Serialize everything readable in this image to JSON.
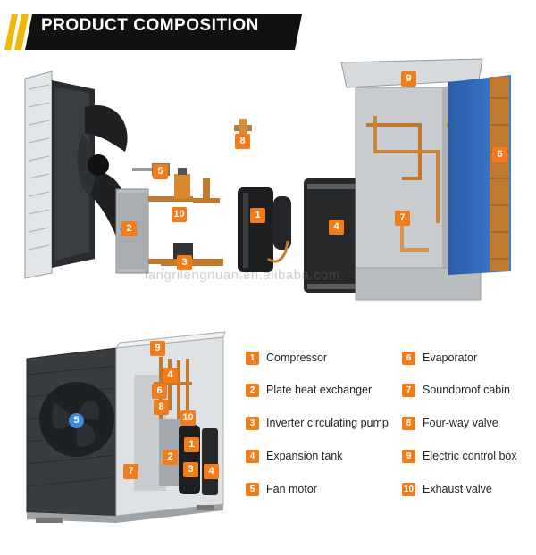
{
  "banner": {
    "title": "PRODUCT COMPOSITION"
  },
  "watermark": "langrilengnuan.en.alibaba.com",
  "badges_exploded": [
    "9",
    "8",
    "5",
    "10",
    "1",
    "2",
    "3",
    "4",
    "7",
    "6"
  ],
  "badges_assembled": [
    "9",
    "4",
    "6",
    "8",
    "10",
    "5",
    "1",
    "7",
    "2",
    "3",
    "4"
  ],
  "legend": [
    {
      "num": "1",
      "label": "Compressor"
    },
    {
      "num": "2",
      "label": "Plate heat exchanger"
    },
    {
      "num": "3",
      "label": "Inverter circulating pump"
    },
    {
      "num": "4",
      "label": "Expansion tank"
    },
    {
      "num": "5",
      "label": "Fan motor"
    },
    {
      "num": "6",
      "label": "Evaporator"
    },
    {
      "num": "7",
      "label": "Soundproof cabin"
    },
    {
      "num": "8",
      "label": "Four-way valve"
    },
    {
      "num": "9",
      "label": "Electric control box"
    },
    {
      "num": "10",
      "label": "Exhaust valve"
    }
  ],
  "colors": {
    "accent": "#f07c1c",
    "banner": "#111111",
    "stripe": "#f2b705"
  }
}
